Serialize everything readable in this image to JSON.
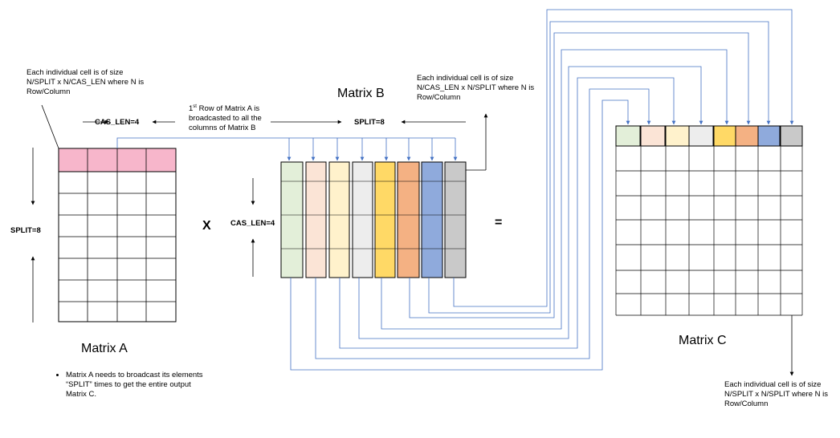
{
  "labels": {
    "noteA": "Each individual cell is of size\nN/SPLIT x N/CAS_LEN where N is\nRow/Column",
    "noteB": "Each individual cell is of size\nN/CAS_LEN x N/SPLIT where N is\nRow/Column",
    "noteC": "Each individual cell is of size\nN/SPLIT x N/SPLIT where N is\nRow/Column",
    "broadcast_sup": "st",
    "broadcast_pre": "1",
    "broadcast_rest": " Row of Matrix A is\nbroadcasted to all the\ncolumns of Matrix B",
    "cas_len_top": "CAS_LEN=4",
    "split_top": "SPLIT=8",
    "split_left": "SPLIT=8",
    "cas_len_mid": "CAS_LEN=4",
    "times": "X",
    "equals": "=",
    "matrixA": "Matrix A",
    "matrixB": "Matrix B",
    "matrixC": "Matrix C",
    "bullet": "Matrix A needs to broadcast its elements “SPLIT” times to get the entire output Matrix C."
  },
  "colors": {
    "rowA": "#f7b6cb",
    "columns": [
      "#e3efd9",
      "#fbe4d6",
      "#fff2cc",
      "#ededed",
      "#ffd966",
      "#f4b183",
      "#8faadc",
      "#c9c9c9"
    ],
    "line": "#4472c4",
    "grid": "#000000"
  }
}
